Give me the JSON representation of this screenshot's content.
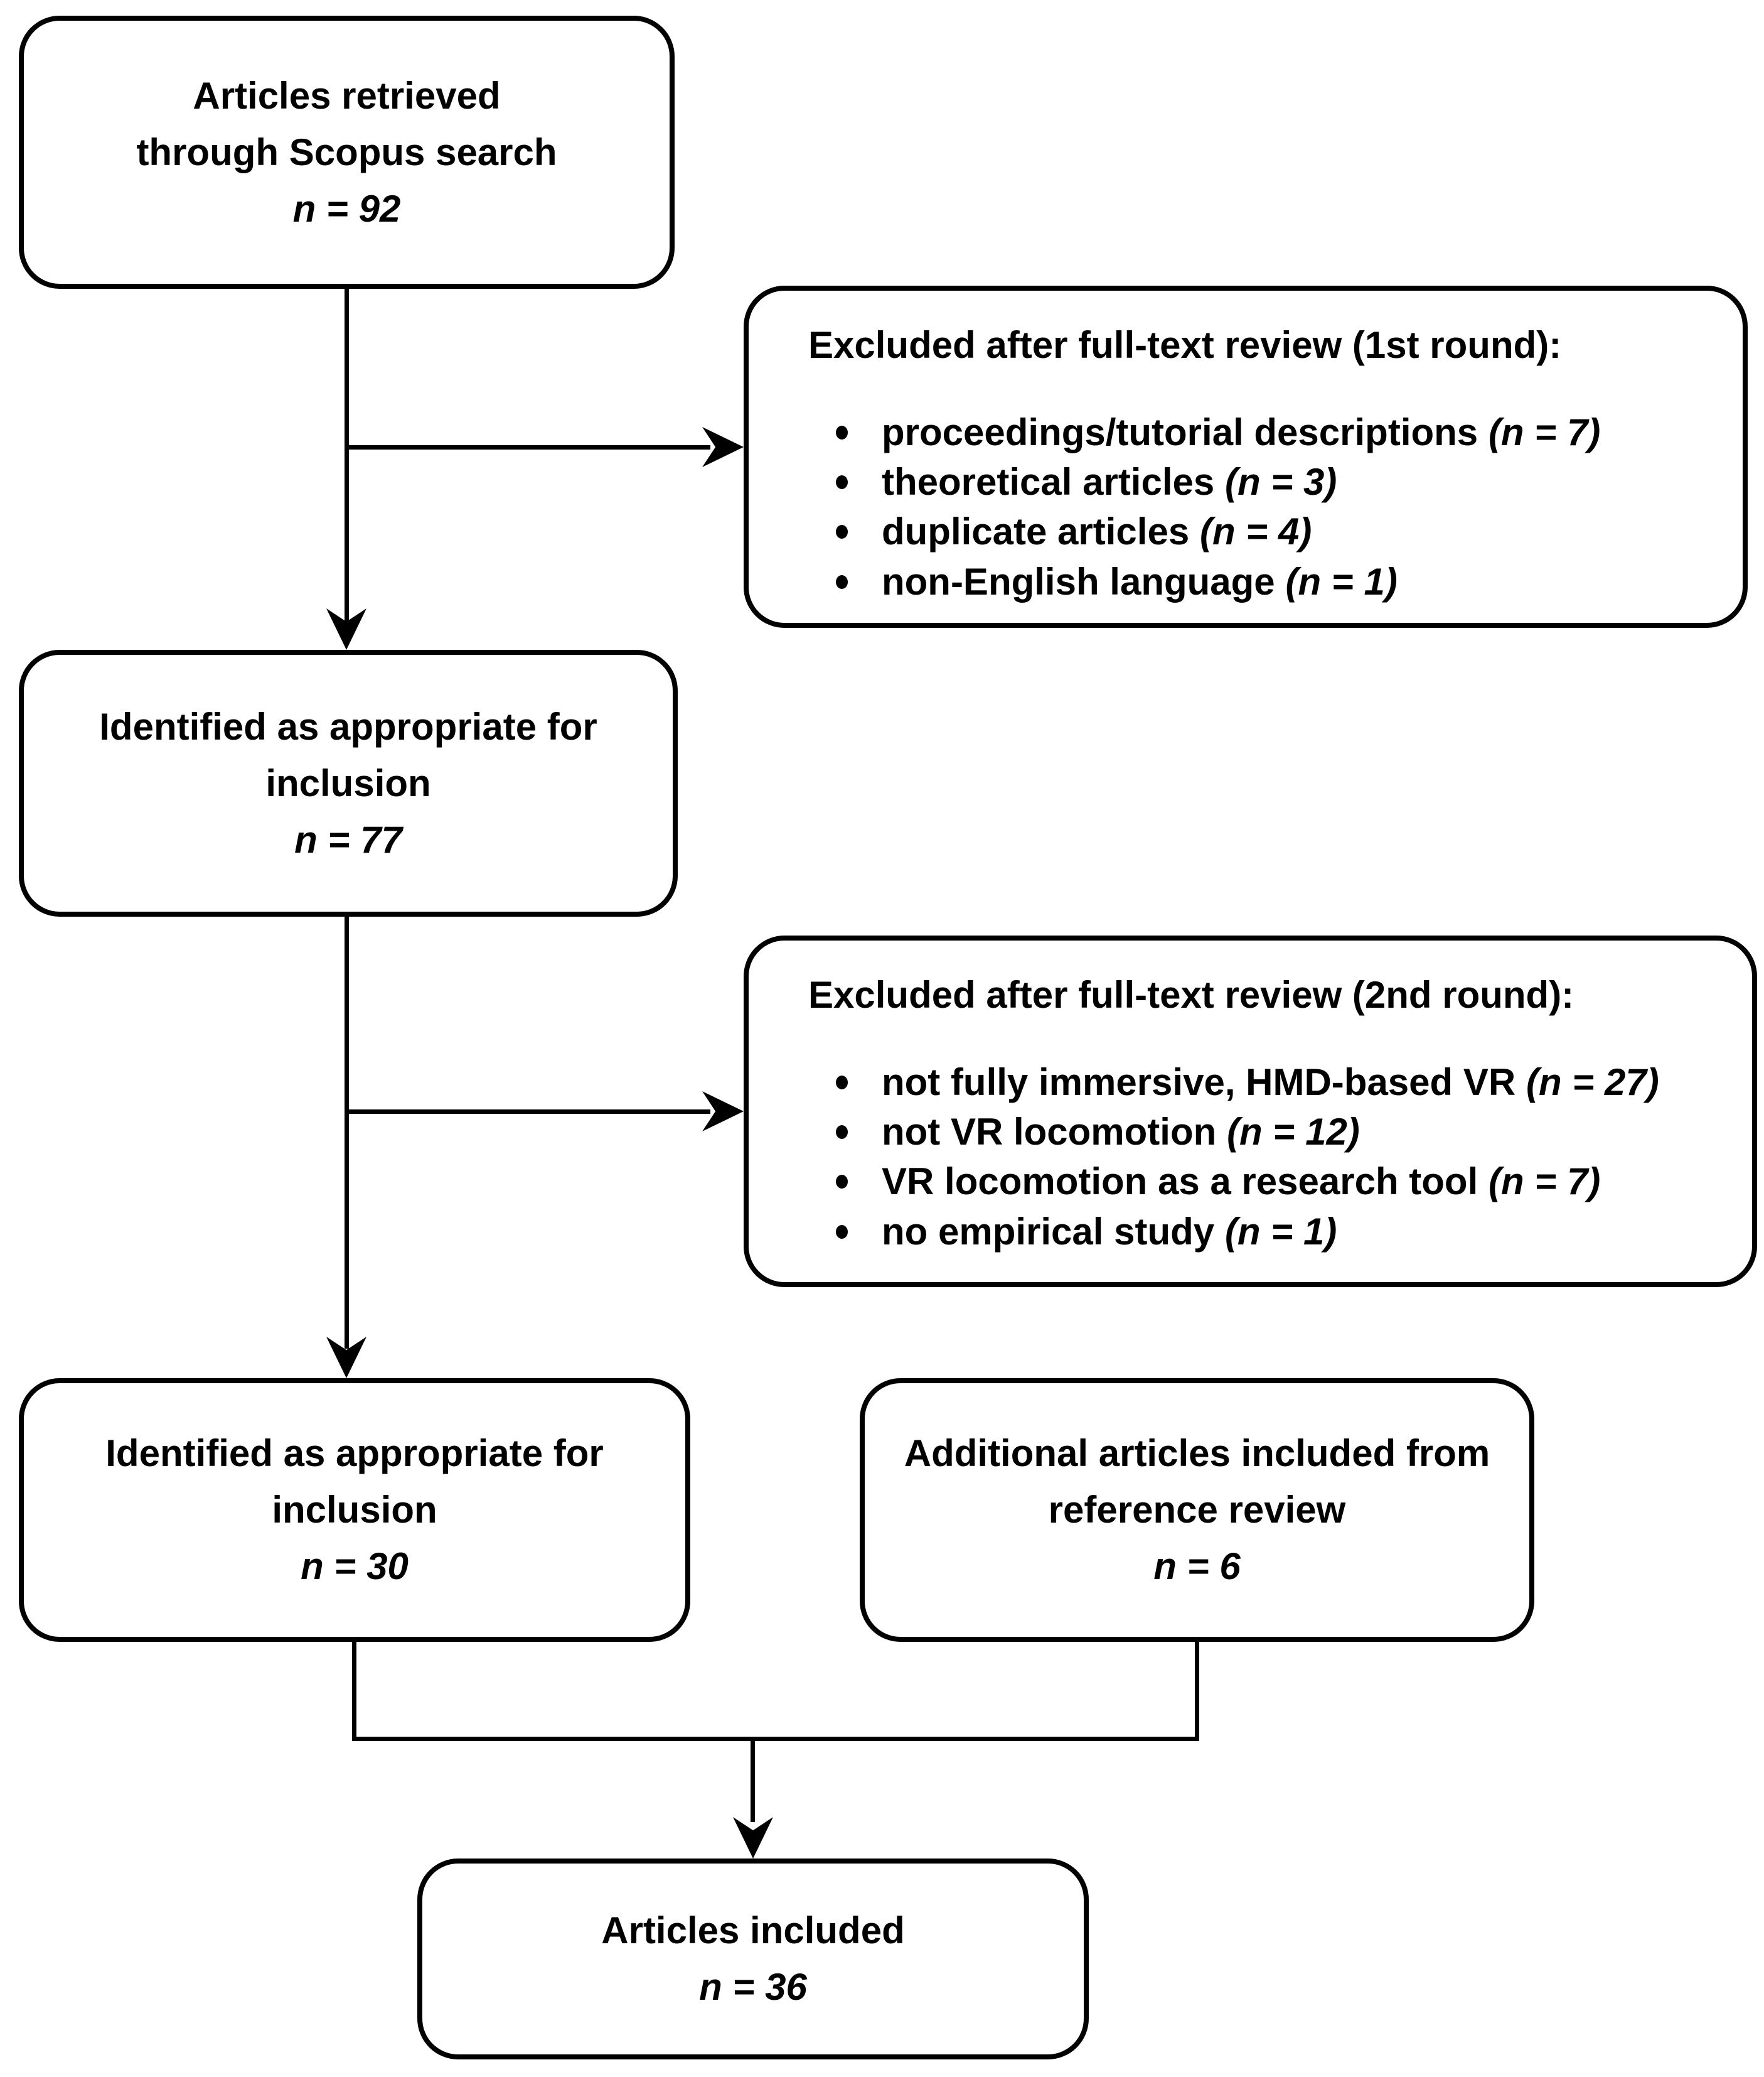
{
  "diagram": {
    "type": "flowchart",
    "colors": {
      "border": "#000000",
      "background": "#ffffff",
      "text": "#000000"
    },
    "boxes": {
      "retrieved": {
        "line1": "Articles retrieved",
        "line2": "through Scopus search",
        "count": "n = 92"
      },
      "excluded1": {
        "title": "Excluded after full-text review (1st round):",
        "items": [
          {
            "text": "proceedings/tutorial descriptions",
            "count": "(n = 7)"
          },
          {
            "text": "theoretical articles",
            "count": "(n = 3)"
          },
          {
            "text": "duplicate articles",
            "count": "(n = 4)"
          },
          {
            "text": "non-English language",
            "count": "(n = 1)"
          }
        ]
      },
      "identified1": {
        "line1": "Identified as appropriate for",
        "line2": "inclusion",
        "count": "n = 77"
      },
      "excluded2": {
        "title": "Excluded after full-text review (2nd round):",
        "items": [
          {
            "text": "not fully immersive, HMD-based VR",
            "count": "(n = 27)"
          },
          {
            "text": "not VR locomotion",
            "count": "(n = 12)"
          },
          {
            "text": "VR locomotion as a research tool",
            "count": "(n = 7)"
          },
          {
            "text": "no empirical study",
            "count": "(n = 1)"
          }
        ]
      },
      "identified2": {
        "line1": "Identified as appropriate for",
        "line2": "inclusion",
        "count": "n = 30"
      },
      "additional": {
        "line1": "Additional articles included from",
        "line2": "reference review",
        "count": "n = 6"
      },
      "included": {
        "line1": "Articles included",
        "count": "n = 36"
      }
    }
  }
}
